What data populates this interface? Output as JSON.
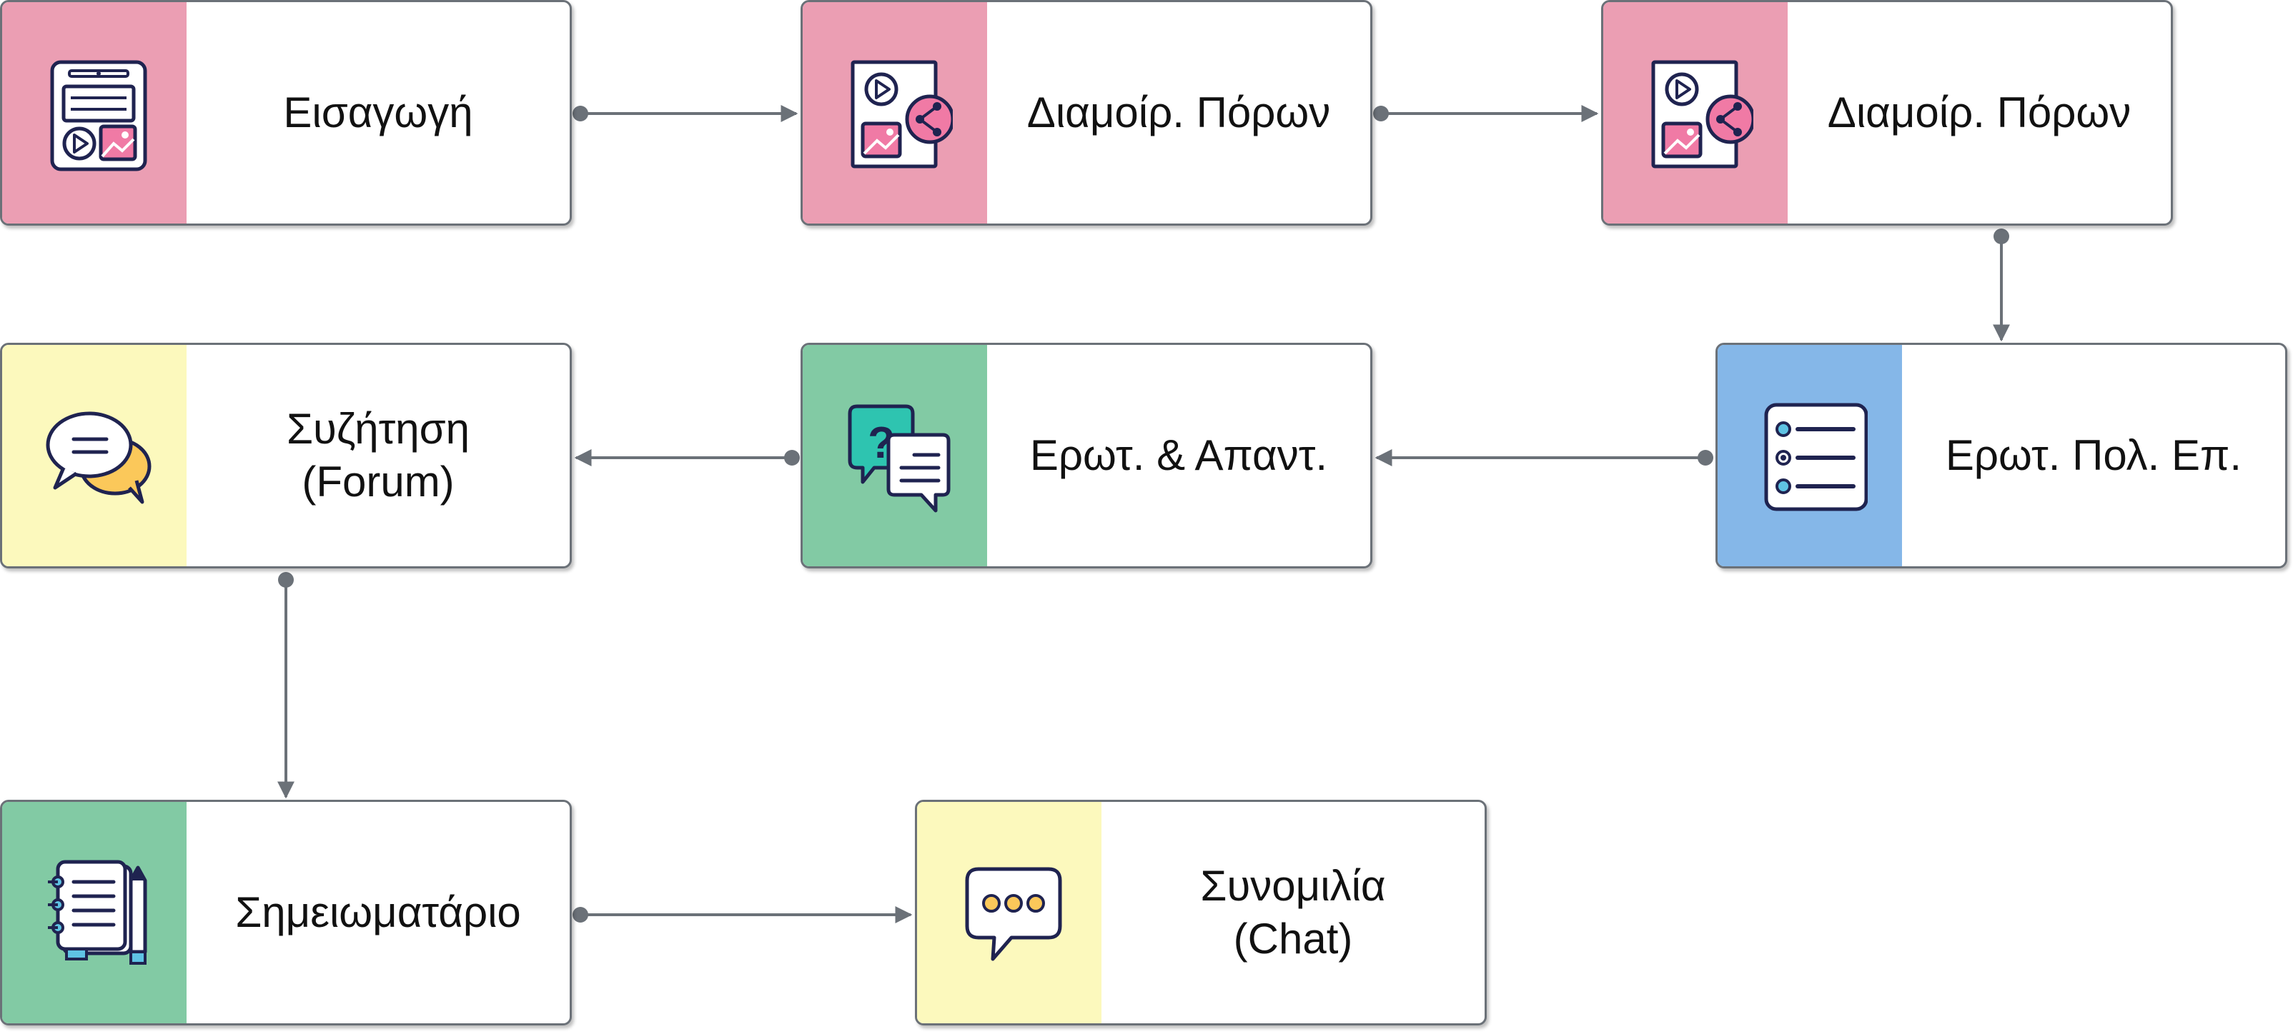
{
  "colors": {
    "pink": "#eb9eb3",
    "green": "#82caa4",
    "yellow": "#fcf9bd",
    "blue": "#85b7e8",
    "connector": "#6b7178",
    "border": "#6b7178"
  },
  "nodes": {
    "intro": {
      "lines": [
        "Εισαγωγή"
      ],
      "icon": "learning-content-icon"
    },
    "resources1": {
      "lines": [
        "Διαμοίρ. Πόρων"
      ],
      "icon": "share-media-icon"
    },
    "resources2": {
      "lines": [
        "Διαμοίρ. Πόρων"
      ],
      "icon": "share-media-icon"
    },
    "quiz": {
      "lines": [
        "Ερωτ. Πολ. Επ."
      ],
      "icon": "checklist-icon"
    },
    "qa": {
      "lines": [
        "Ερωτ. & Απαντ."
      ],
      "icon": "question-chat-icon"
    },
    "forum": {
      "lines": [
        "Συζήτηση",
        "(Forum)"
      ],
      "icon": "discussion-bubbles-icon"
    },
    "notebook": {
      "lines": [
        "Σημειωματάριο"
      ],
      "icon": "notebook-pencil-icon"
    },
    "chat": {
      "lines": [
        "Συνομιλία",
        "(Chat)"
      ],
      "icon": "chat-bubble-icon"
    }
  }
}
